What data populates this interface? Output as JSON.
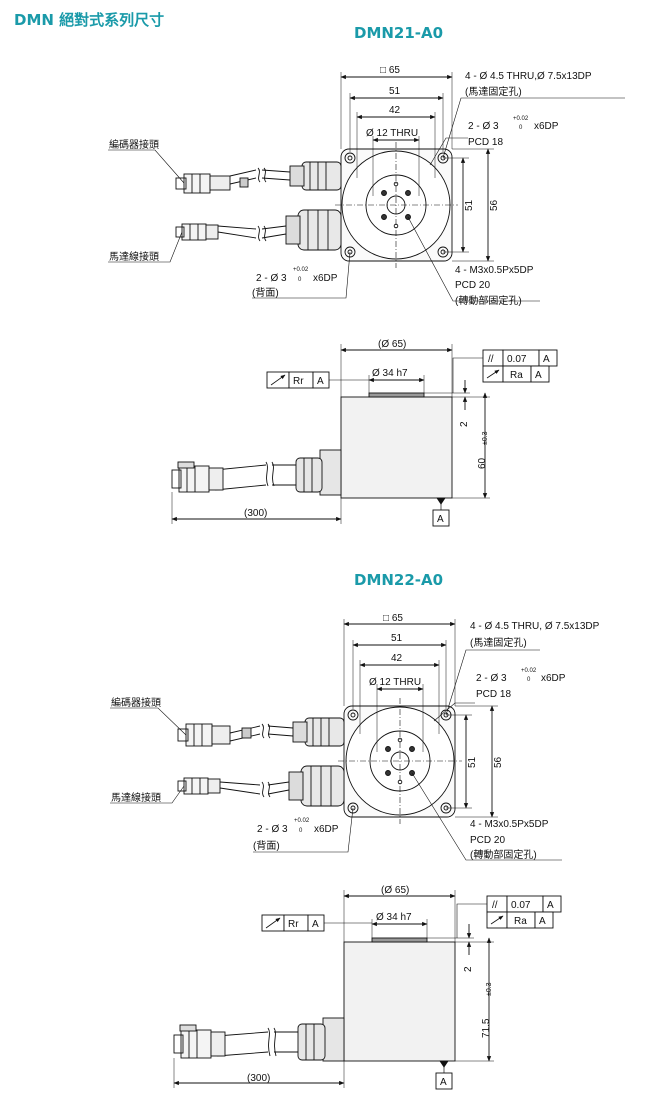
{
  "header": {
    "title": "DMN 絕對式系列尺寸"
  },
  "colors": {
    "accent": "#1a9aa9",
    "line": "#111111",
    "motor_body": "#f2f2f2",
    "motor_shade": "#555555"
  },
  "models": [
    {
      "name": "DMN21-A0",
      "front": {
        "dim_square": "□ 65",
        "dim_51": "51",
        "dim_42": "42",
        "dim_bore": "Ø  12 THRU",
        "dim_51_vertical": "51",
        "dim_56_vertical": "56",
        "note_mount_hole": "4 - Ø  4.5 THRU,Ø  7.5x13DP",
        "note_mount_hole_label": "(馬達固定孔)",
        "note_pin_hole": "2 - Ø  3",
        "note_pin_tol": "+0.02",
        "note_pin_tol2": "0",
        "note_pin_depth": "x6DP",
        "note_pcd18": "PCD 18",
        "note_back_pin": "2 - Ø 3",
        "note_back_tol": "+0.02",
        "note_back_tol2": "0",
        "note_back_depth": "x6DP",
        "note_back_label": "(背面)",
        "note_tap": "4 - M3x0.5Px5DP",
        "note_pcd20": "PCD 20",
        "note_tap_label": "(轉動部固定孔)",
        "label_encoder": "編碼器接頭",
        "label_motor": "馬達線接頭"
      },
      "side": {
        "dim_dia": "(Ø  65)",
        "dim_shaft": "Ø  34 h7",
        "tol_parallel": "//",
        "tol_parallel_value": "0.07",
        "datum_a": "A",
        "tol_runout": "↗",
        "tol_ra": "Ra",
        "tol_rr": "Rr",
        "dim_2": "2",
        "dim_height": "60",
        "dim_height_tol": "±0.3",
        "dim_cable": "(300)",
        "datum_label": "A"
      }
    },
    {
      "name": "DMN22-A0",
      "front": {
        "dim_square": "□ 65",
        "dim_51": "51",
        "dim_42": "42",
        "dim_bore": "Ø  12 THRU",
        "dim_51_vertical": "51",
        "dim_56_vertical": "56",
        "note_mount_hole": "4 - Ø  4.5 THRU, Ø  7.5x13DP",
        "note_mount_hole_label": "(馬達固定孔)",
        "note_pin_hole": "2 - Ø  3",
        "note_pin_tol": "+0.02",
        "note_pin_tol2": "0",
        "note_pin_depth": "x6DP",
        "note_pcd18": "PCD 18",
        "note_back_pin": "2 - Ø 3",
        "note_back_tol": "+0.02",
        "note_back_tol2": "0",
        "note_back_depth": "x6DP",
        "note_back_label": "(背面)",
        "note_tap": "4 - M3x0.5Px5DP",
        "note_pcd20": "PCD 20",
        "note_tap_label": "(轉動部固定孔)",
        "label_encoder": "編碼器接頭",
        "label_motor": "馬達線接頭"
      },
      "side": {
        "dim_dia": "(Ø  65)",
        "dim_shaft": "Ø  34 h7",
        "tol_parallel": "//",
        "tol_parallel_value": "0.07",
        "datum_a": "A",
        "tol_runout": "↗",
        "tol_ra": "Ra",
        "tol_rr": "Rr",
        "dim_2": "2",
        "dim_height": "71.5",
        "dim_height_tol": "±0.3",
        "dim_cable": "(300)",
        "datum_label": "A"
      }
    }
  ]
}
